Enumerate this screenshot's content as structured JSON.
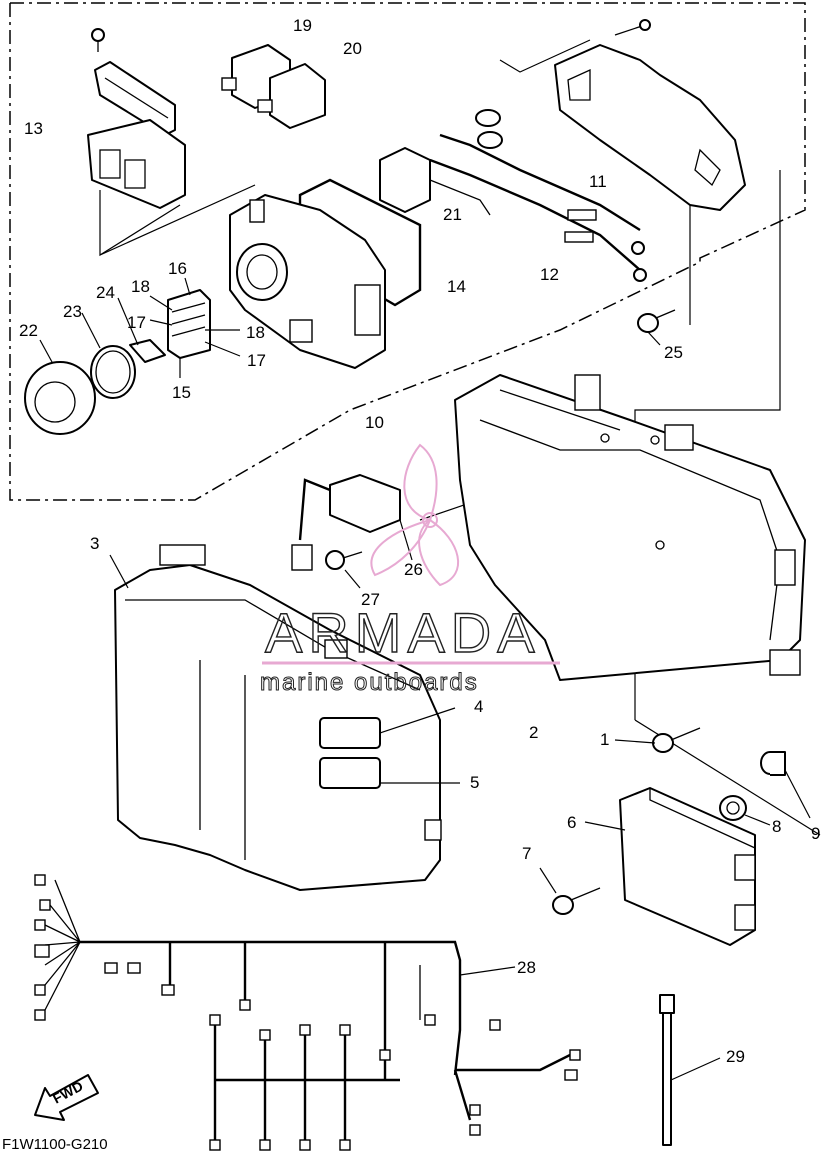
{
  "diagram": {
    "code": "F1W1100-G210",
    "fwd_label": "FWD",
    "watermark": {
      "brand": "ARMADA",
      "tagline": "marine outboards",
      "color": "#e7a9d2"
    },
    "callouts": [
      {
        "id": "c1",
        "text": "1"
      },
      {
        "id": "c2",
        "text": "2"
      },
      {
        "id": "c3",
        "text": "3"
      },
      {
        "id": "c4",
        "text": "4"
      },
      {
        "id": "c5",
        "text": "5"
      },
      {
        "id": "c6",
        "text": "6"
      },
      {
        "id": "c7",
        "text": "7"
      },
      {
        "id": "c8",
        "text": "8"
      },
      {
        "id": "c9",
        "text": "9"
      },
      {
        "id": "c10",
        "text": "10"
      },
      {
        "id": "c11",
        "text": "11"
      },
      {
        "id": "c12",
        "text": "12"
      },
      {
        "id": "c13",
        "text": "13"
      },
      {
        "id": "c14",
        "text": "14"
      },
      {
        "id": "c15",
        "text": "15"
      },
      {
        "id": "c16",
        "text": "16"
      },
      {
        "id": "c17a",
        "text": "17"
      },
      {
        "id": "c17b",
        "text": "17"
      },
      {
        "id": "c18a",
        "text": "18"
      },
      {
        "id": "c18b",
        "text": "18"
      },
      {
        "id": "c19",
        "text": "19"
      },
      {
        "id": "c20",
        "text": "20"
      },
      {
        "id": "c21",
        "text": "21"
      },
      {
        "id": "c22",
        "text": "22"
      },
      {
        "id": "c23",
        "text": "23"
      },
      {
        "id": "c24",
        "text": "24"
      },
      {
        "id": "c25",
        "text": "25"
      },
      {
        "id": "c26",
        "text": "26"
      },
      {
        "id": "c27",
        "text": "27"
      },
      {
        "id": "c28",
        "text": "28"
      },
      {
        "id": "c29",
        "text": "29"
      }
    ]
  }
}
